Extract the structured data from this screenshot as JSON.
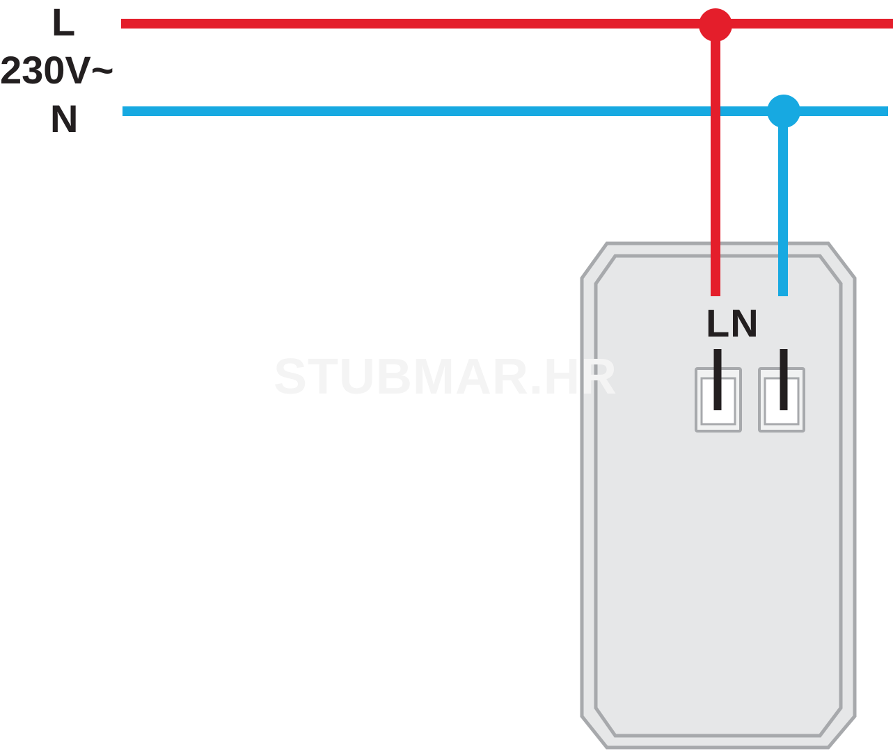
{
  "supply": {
    "line_label": "L",
    "voltage_label": "230V~",
    "neutral_label": "N"
  },
  "device": {
    "terminal_label": "LN"
  },
  "watermark": "STUBMAR.HR",
  "colors": {
    "line_wire": "#e41e2b",
    "neutral_wire": "#17a9e1",
    "device_body": "#e6e7e8",
    "device_outline": "#a7a9ac",
    "terminal_bar": "#231f20",
    "text": "#231f20"
  }
}
